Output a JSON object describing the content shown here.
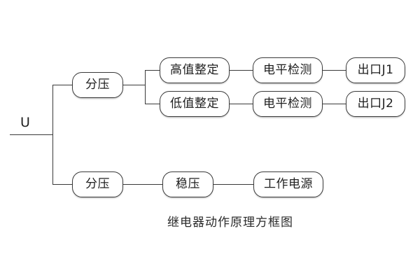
{
  "diagram": {
    "caption": "继电器动作原理方框图",
    "input": {
      "label": "U"
    },
    "colors": {
      "background": "#ffffff",
      "stroke": "#3a3a3a",
      "text": "#1f1f1f",
      "caption_text": "#2b2b2b"
    },
    "nodes": [
      {
        "id": "divider-top",
        "label": "分压"
      },
      {
        "id": "high-set",
        "label": "高值整定"
      },
      {
        "id": "low-set",
        "label": "低值整定"
      },
      {
        "id": "level-detect-1",
        "label": "电平检测"
      },
      {
        "id": "level-detect-2",
        "label": "电平检测"
      },
      {
        "id": "output-j1",
        "label": "出口J1"
      },
      {
        "id": "output-j2",
        "label": "出口J2"
      },
      {
        "id": "divider-bottom",
        "label": "分压"
      },
      {
        "id": "regulator",
        "label": "稳压"
      },
      {
        "id": "work-supply",
        "label": "工作电源"
      }
    ]
  }
}
